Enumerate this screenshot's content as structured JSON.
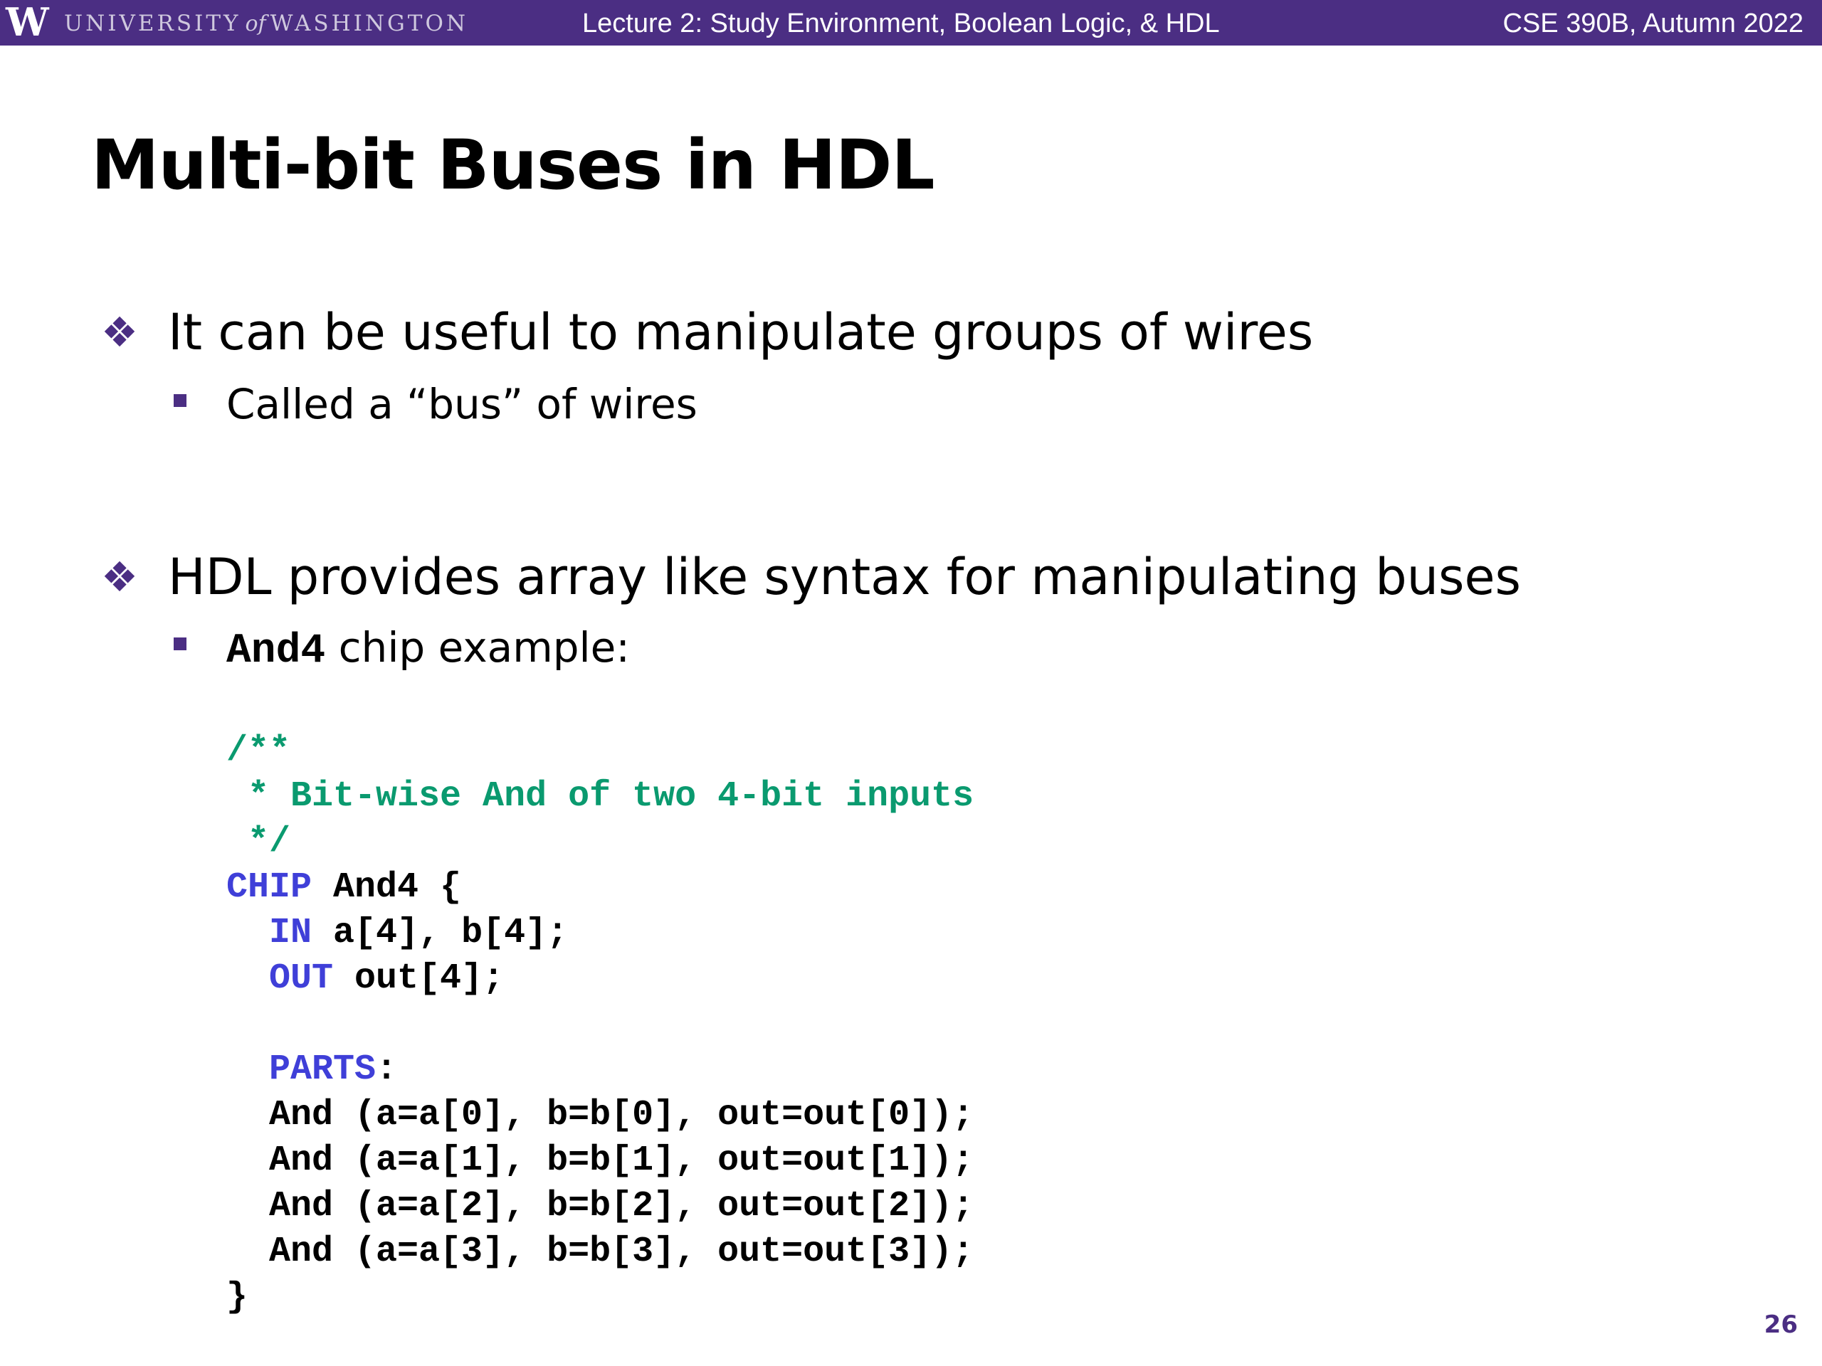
{
  "header": {
    "logo_letter": "W",
    "university_prefix": "UNIVERSITY",
    "university_of": "of",
    "university_suffix": "WASHINGTON",
    "lecture_title": "Lecture 2: Study Environment, Boolean Logic, & HDL",
    "course": "CSE 390B, Autumn 2022",
    "bar_color": "#4b2e83"
  },
  "slide": {
    "title": "Multi-bit Buses in HDL",
    "bullets": [
      {
        "text": "It can be useful to manipulate groups of wires",
        "sub": "Called a “bus” of wires"
      },
      {
        "text": "HDL provides array like syntax for manipulating buses",
        "sub_code": "And4",
        "sub_text": " chip example:"
      }
    ],
    "bullet_marker_icon": "diamond-bullet-icon",
    "sub_marker_icon": "square-bullet-icon"
  },
  "code": {
    "comment_color": "#0a9a6f",
    "keyword_color": "#3f3fd8",
    "comment_open": "/**",
    "comment_body": " * Bit-wise And of two 4-bit inputs",
    "comment_close": " */",
    "chip_kw": "CHIP",
    "chip_rest": " And4 {",
    "in_kw": "  IN",
    "in_rest": " a[4], b[4];",
    "out_kw": "  OUT",
    "out_rest": " out[4];",
    "parts_kw": "  PARTS",
    "parts_rest": ":",
    "parts": [
      "  And (a=a[0], b=b[0], out=out[0]);",
      "  And (a=a[1], b=b[1], out=out[1]);",
      "  And (a=a[2], b=b[2], out=out[2]);",
      "  And (a=a[3], b=b[3], out=out[3]);"
    ],
    "close": "}"
  },
  "page_number": "26"
}
